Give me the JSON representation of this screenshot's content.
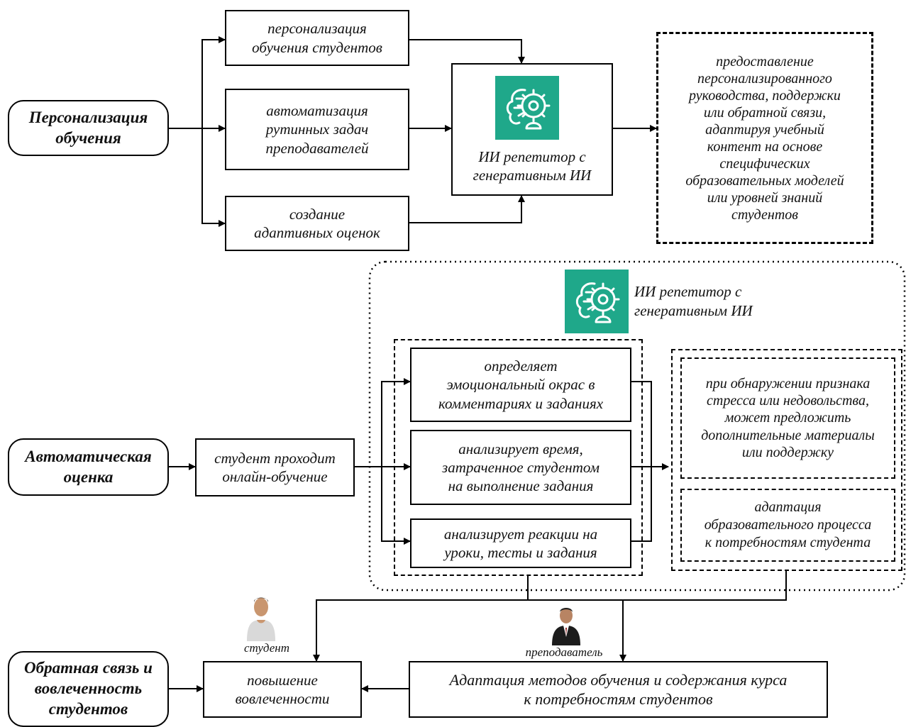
{
  "left_labels": {
    "personalization": "Персонализация\nобучения",
    "assessment": "Автоматическая\nоценка",
    "feedback": "Обратная связь и\nвовлеченность\nстудентов"
  },
  "section1": {
    "personalize_students": "персонализация\nобучения студентов",
    "automate_tasks": "автоматизация\nрутинных задач\nпреподавателей",
    "adaptive_assessments": "создание\nадаптивных оценок",
    "tutor": "ИИ репетитор с\nгенеративным ИИ",
    "result": "предоставление\nперсонализированного\nруководства, поддержки\nили обратной связи,\nадаптируя учебный\nконтент на основе\nспецифических\nобразовательных моделей\nили уровней знаний\nстудентов"
  },
  "section2": {
    "tutor": "ИИ репетитор с\nгенеративным ИИ",
    "student_online": "студент проходит\nонлайн-обучение",
    "emotion": "определяет\nэмоциональный окрас в\nкомментариях и заданиях",
    "time": "анализирует время,\nзатраченное студентом\nна выполнение задания",
    "reactions": "анализирует реакции на\nуроки, тесты и задания",
    "stress": "при обнаружении признака\nстресса или недовольства,\nможет предложить\nдополнительные материалы\nили поддержку",
    "adapt_process": "адаптация\nобразовательного процесса\nк потребностям студента"
  },
  "section3": {
    "student_label": "студент",
    "teacher_label": "преподаватель",
    "engagement": "повышение\nвовлеченности",
    "adapt_methods": "Адаптация методов обучения и содержания курса\nк потребностям студентов"
  },
  "icons": [
    "ai-gear-icon",
    "ai-gear-icon",
    "student-avatar-icon",
    "teacher-avatar-icon"
  ],
  "colors": {
    "icon_tile": "#1fa88a"
  }
}
